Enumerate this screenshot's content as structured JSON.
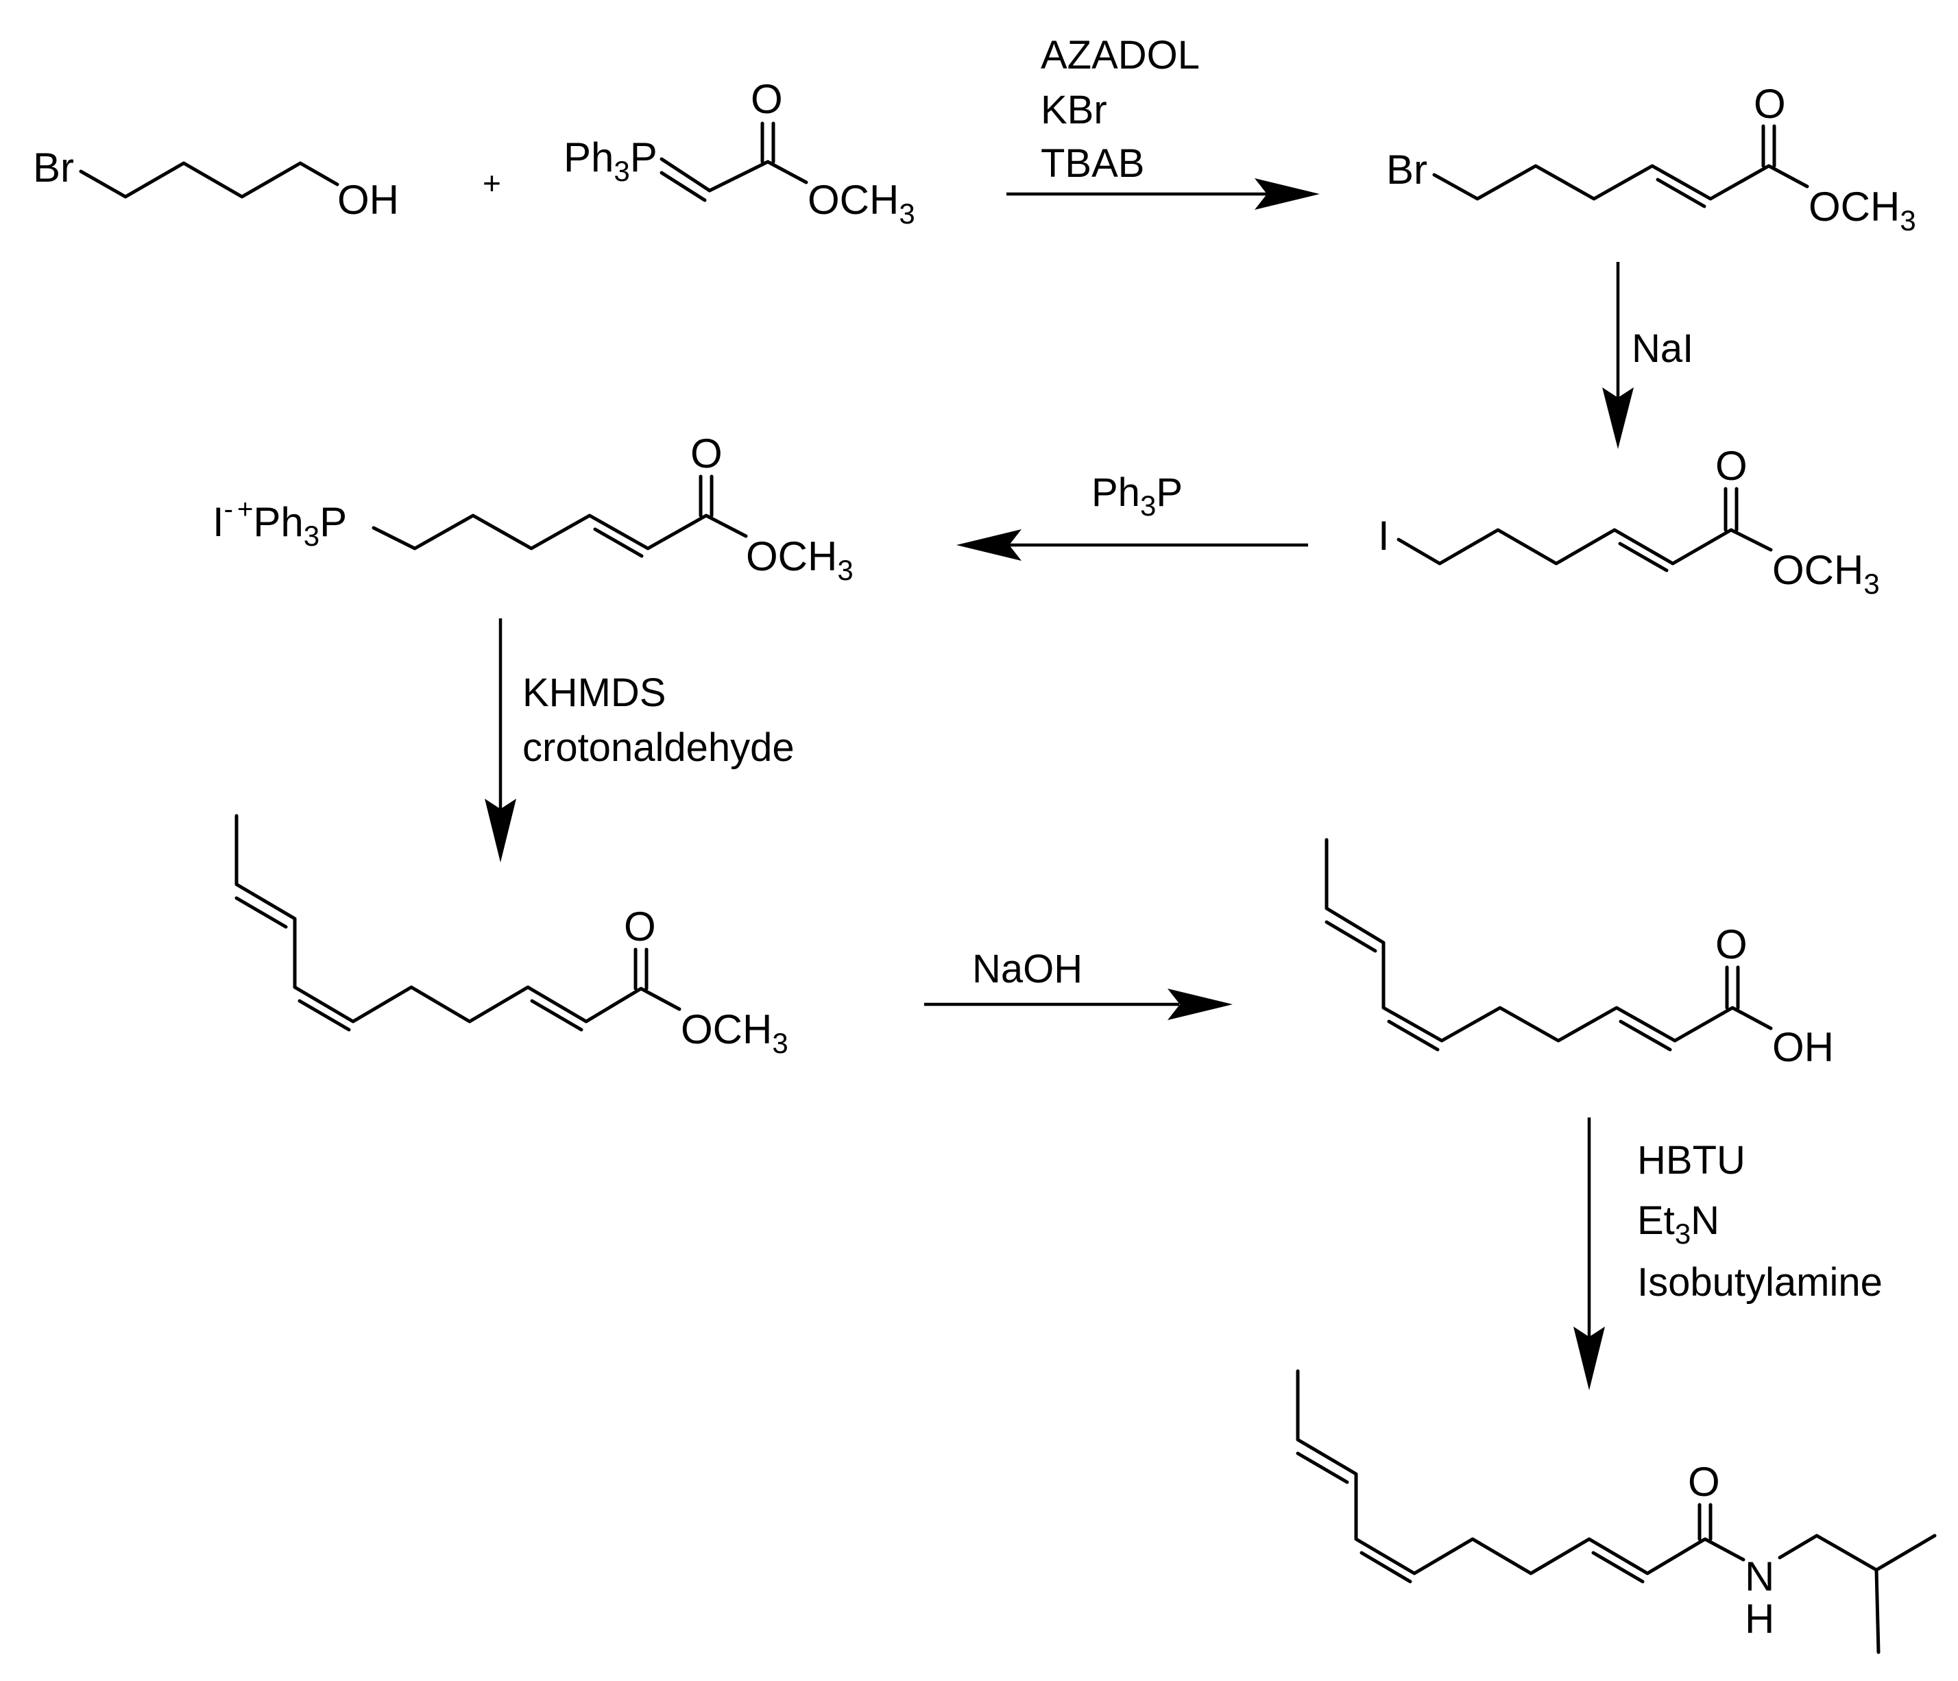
{
  "reaction": {
    "start_materials": {
      "bromobutanol": {
        "br": "Br",
        "oh": "OH"
      },
      "plus": "+",
      "ylide": {
        "ph": "Ph",
        "three": "3",
        "p": "P",
        "o": "O",
        "och": "OCH",
        "three_b": "3"
      }
    },
    "step1": {
      "reagents": [
        "AZADOL",
        "KBr",
        "TBAB"
      ]
    },
    "product1": {
      "br": "Br",
      "o": "O",
      "och": "OCH",
      "three": "3"
    },
    "step2": {
      "reagents": [
        "NaI"
      ]
    },
    "product2": {
      "i": "I",
      "o": "O",
      "och": "OCH",
      "three": "3"
    },
    "step3": {
      "reagent_main": "Ph",
      "reagent_sub": "3",
      "reagent_end": "P"
    },
    "product3": {
      "i": "I",
      "minus": "-",
      "plus": "+",
      "ph": "Ph",
      "three": "3",
      "p": "P",
      "o": "O",
      "och": "OCH",
      "three_b": "3"
    },
    "step4": {
      "reagents": [
        "KHMDS",
        "crotonaldehyde"
      ]
    },
    "product4": {
      "o": "O",
      "och": "OCH",
      "three": "3"
    },
    "step5": {
      "reagents": [
        "NaOH"
      ]
    },
    "product5": {
      "o": "O",
      "oh": "OH"
    },
    "step6": {
      "hbtu": "HBTU",
      "et": "Et",
      "three": "3",
      "n": "N",
      "amine": "Isobutylamine"
    },
    "product6": {
      "o": "O",
      "n": "N",
      "h": "H"
    }
  }
}
